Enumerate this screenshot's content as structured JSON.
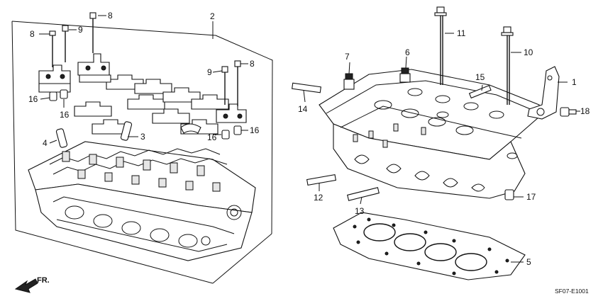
{
  "diagram": {
    "callouts": [
      "1",
      "2",
      "3",
      "4",
      "5",
      "6",
      "7",
      "8",
      "8",
      "8",
      "9",
      "9",
      "10",
      "11",
      "12",
      "13",
      "14",
      "15",
      "16",
      "16",
      "16",
      "16",
      "17",
      "18"
    ],
    "orientation_label": "FR.",
    "drawing_code": "SF07-E1001",
    "icons": [
      "front-direction-arrow-icon"
    ]
  }
}
